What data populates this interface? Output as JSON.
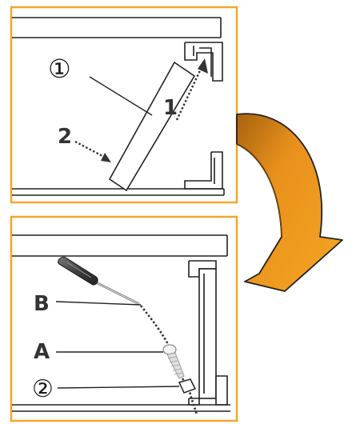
{
  "labels": {
    "part_1": "①",
    "step_1": "1",
    "step_2": "2",
    "tool_b": "B",
    "screw_a": "A",
    "part_2": "②"
  },
  "colors": {
    "panel_border": "#f2a72b",
    "arrow_fill": "#f29a1d",
    "arrow_dark": "#c8730f",
    "line": "#222222"
  }
}
